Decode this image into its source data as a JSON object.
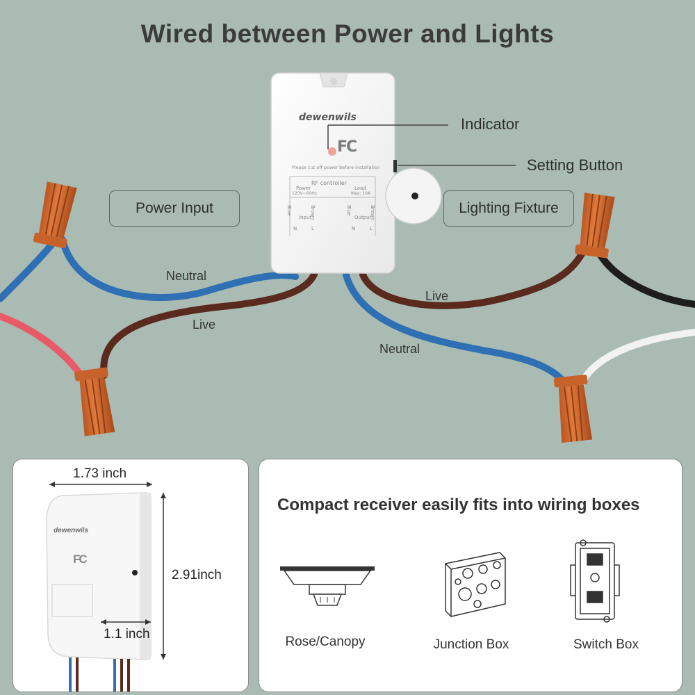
{
  "title": "Wired between Power and Lights",
  "callouts": {
    "indicator": "Indicator",
    "setting_button": "Setting Button"
  },
  "labels": {
    "power_input": "Power Input",
    "lighting_fixture": "Lighting Fixture"
  },
  "wires": {
    "neutral_left": "Neutral",
    "live_left": "Live",
    "live_right": "Live",
    "neutral_right": "Neutral"
  },
  "device": {
    "brand": "dewenwils",
    "fcc": "FC",
    "warning": "Please cut off power before installation",
    "module_title": "RF controller",
    "power_label": "Power",
    "power_rating": "120V~60Hz",
    "load_label": "Load",
    "load_rating": "Max: 10A",
    "input_label": "Input",
    "output_label": "Output",
    "blue": "Blue",
    "brown": "Brown",
    "n": "N",
    "l": "L"
  },
  "dimensions": {
    "width": "1.73 inch",
    "height": "2.91inch",
    "depth": "1.1 inch"
  },
  "boxes": {
    "heading": "Compact receiver easily fits into wiring boxes",
    "items": [
      {
        "icon": "rose-canopy-icon",
        "label": "Rose/Canopy"
      },
      {
        "icon": "junction-box-icon",
        "label": "Junction Box"
      },
      {
        "icon": "switch-box-icon",
        "label": "Switch Box"
      }
    ]
  },
  "colors": {
    "background": "#a9bbb2",
    "wire_blue": "#2f6fb3",
    "wire_brown": "#5a2a1e",
    "wire_red": "#e85a67",
    "wire_black": "#1d1d1d",
    "wire_white": "#f2f2f2",
    "connector_orange": "#d2692f"
  }
}
